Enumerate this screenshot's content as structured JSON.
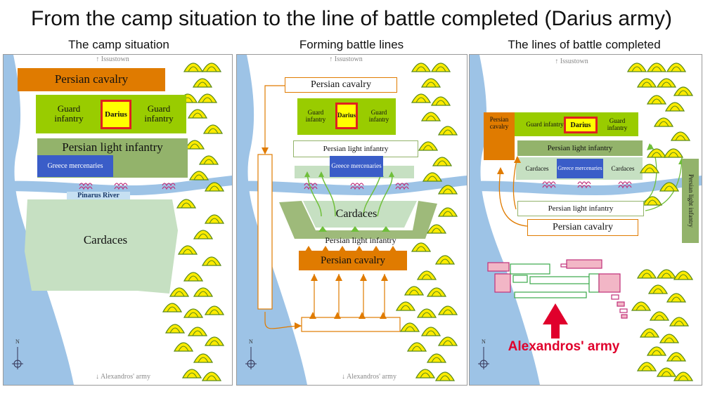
{
  "title": "From the camp situation to the line of battle completed (Darius army)",
  "panels": {
    "camp": {
      "title": "The camp situation",
      "top_label": "↑  Issustown",
      "bottom_label": "↓  Alexandros' army",
      "persian_cavalry": "Persian cavalry",
      "guard_infantry_left": "Guard infantry",
      "darius": "Darius",
      "guard_infantry_right": "Guard infantry",
      "persian_light_infantry": "Persian light infantry",
      "greece_mercenaries": "Greece mercenaries",
      "river": "Pinarus River",
      "cardaces": "Cardaces",
      "compass": "N"
    },
    "forming": {
      "title": "Forming battle lines",
      "top_label": "↑  Issustown",
      "bottom_label": "↓  Alexandros' army",
      "persian_cavalry_top": "Persian cavalry",
      "guard_infantry_left": "Guard infantry",
      "darius": "Darius",
      "guard_infantry_right": "Guard infantry",
      "persian_light_infantry_top": "Persian light infantry",
      "greece_mercenaries": "Greece mercenaries",
      "cardaces": "Cardaces",
      "persian_light_infantry_bottom": "Persian light infantry",
      "persian_cavalry_bottom": "Persian cavalry",
      "compass": "N"
    },
    "completed": {
      "title": "The lines of battle completed",
      "top_label": "↑  Issustown",
      "persian_cavalry_left": "Persian cavalry",
      "guard_infantry_left": "Guard infantry",
      "darius": "Darius",
      "guard_infantry_right": "Guard infantry",
      "persian_light_infantry_top": "Persian light infantry",
      "cardaces_left": "Cardaces",
      "greece_mercenaries": "Greece mercenaries",
      "cardaces_right": "Cardaces",
      "persian_light_infantry_right": "Persian light infantry",
      "persian_light_infantry_mid": "Persian light infantry",
      "persian_cavalry_bottom": "Persian cavalry",
      "alexandros_army": "Alexandros' army",
      "compass": "N"
    }
  },
  "colors": {
    "cavalry": "#e07b00",
    "guard": "#99cc00",
    "darius": "#ffff00",
    "darius_border": "#e02020",
    "light_infantry": "#93b36b",
    "mercenaries": "#3a5dc8",
    "cardaces": "#c6e0c2",
    "river": "#9dc3e6",
    "hill": "#ffeb00",
    "hill_stroke": "#5a8a1a",
    "arrow_orange": "#e07b00",
    "arrow_green": "#6fbf3a",
    "alexandros_red": "#e0002c"
  }
}
